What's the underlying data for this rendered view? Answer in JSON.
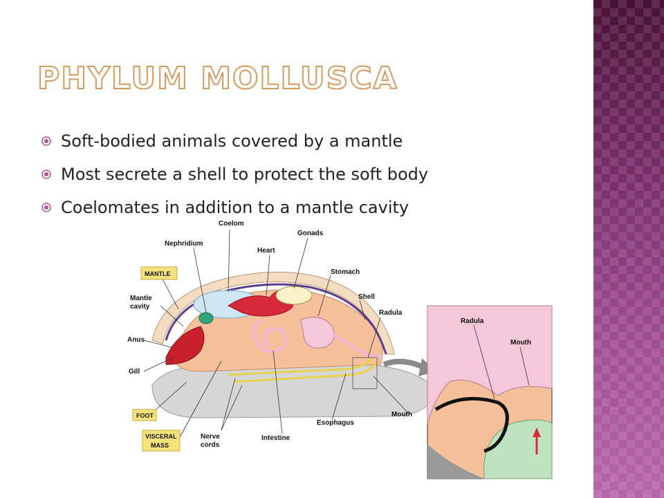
{
  "slide": {
    "title": "Phylum Mollusca",
    "bullets": [
      "Soft-bodied animals covered by a mantle",
      "Most secrete a shell to protect the soft body",
      "Coelomates in addition to a mantle cavity"
    ],
    "colors": {
      "title_outline": "#d89a5c",
      "side_band": "#7a2e6a",
      "bullet": "#b0558f"
    }
  },
  "diagram": {
    "labels": {
      "coelom": "Coelom",
      "nephridium": "Nephridium",
      "heart": "Heart",
      "gonads": "Gonads",
      "stomach": "Stomach",
      "shell": "Shell",
      "radula": "Radula",
      "mantle_cavity_1": "Mantle",
      "mantle_cavity_2": "cavity",
      "anus": "Anus",
      "gill": "Gill",
      "esophagus": "Esophagus",
      "mouth": "Mouth",
      "intestine": "Intestine",
      "nerve_cords_1": "Nerve",
      "nerve_cords_2": "cords",
      "inset_radula": "Radula",
      "inset_mouth": "Mouth"
    },
    "boxed_labels": {
      "mantle": "MANTLE",
      "foot": "FOOT",
      "visceral_1": "VISCERAL",
      "visceral_2": "MASS"
    },
    "icons": {
      "bullet": "circle-dot-icon",
      "arrow": "curved-arrow-icon"
    }
  }
}
